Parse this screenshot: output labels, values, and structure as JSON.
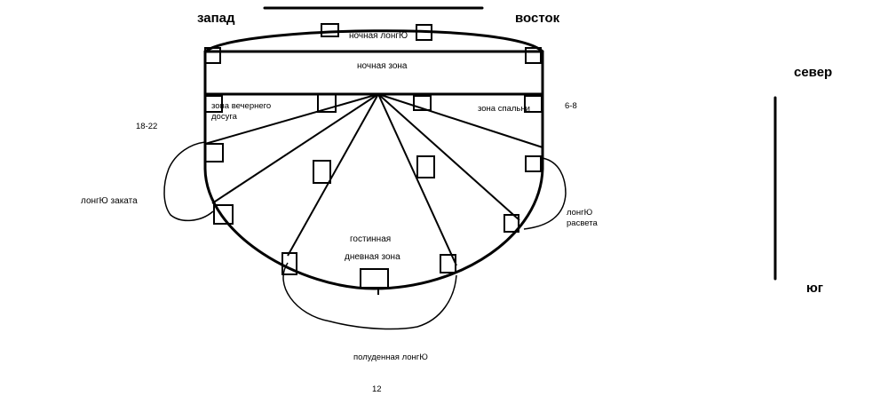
{
  "directions": {
    "west": "запад",
    "east": "восток",
    "north": "север",
    "south": "юг"
  },
  "zones": {
    "night_lounge": "ночная лонгЮ",
    "night_zone": "ночная зона",
    "evening_leisure": "зона вечернего досуга",
    "sleep_zone": "зона спальни",
    "living_room": "гостинная",
    "day_zone": "дневная зона",
    "sunset_lounge": "лонгЮ заката",
    "dawn_lounge": "лонгЮ расвета",
    "noon_lounge": "полуденная лонгЮ"
  },
  "times": {
    "evening": "18-22",
    "morning": "6-8",
    "noon": "12"
  },
  "colors": {
    "ink": "#000000",
    "paper": "#ffffff"
  }
}
